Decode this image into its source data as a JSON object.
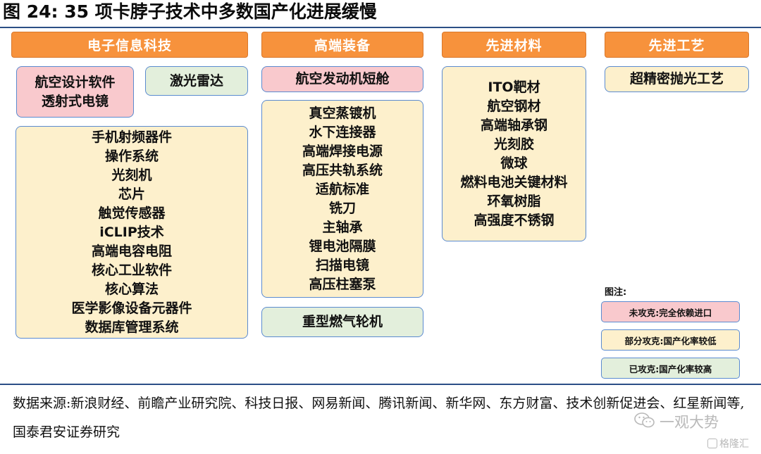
{
  "figure_title": "图 24:  35 项卡脖子技术中多数国产化进展缓慢",
  "categories": [
    "电子信息科技",
    "高端装备",
    "先进材料",
    "先进工艺"
  ],
  "electronics": {
    "red_box": [
      "航空设计软件",
      "透射式电镜"
    ],
    "green_box": [
      "激光雷达"
    ],
    "yellow_box": [
      "手机射频器件",
      "操作系统",
      "光刻机",
      "芯片",
      "触觉传感器",
      "iCLIP技术",
      "高端电容电阻",
      "核心工业软件",
      "核心算法",
      "医学影像设备元器件",
      "数据库管理系统"
    ]
  },
  "equipment": {
    "red_box": [
      "航空发动机短舱"
    ],
    "yellow_box": [
      "真空蒸镀机",
      "水下连接器",
      "高端焊接电源",
      "高压共轨系统",
      "适航标准",
      "铣刀",
      "主轴承",
      "锂电池隔膜",
      "扫描电镜",
      "高压柱塞泵"
    ],
    "green_box": [
      "重型燃气轮机"
    ]
  },
  "materials": {
    "yellow_box": [
      "ITO靶材",
      "航空钢材",
      "高端轴承钢",
      "光刻胶",
      "微球",
      "燃料电池关键材料",
      "环氧树脂",
      "高强度不锈钢"
    ]
  },
  "process": {
    "yellow_box": [
      "超精密抛光工艺"
    ]
  },
  "legend": {
    "title": "图注:",
    "items": [
      {
        "label": "未攻克:完全依赖进口",
        "color": "#f9c9cd"
      },
      {
        "label": "部分攻克:国产化率较低",
        "color": "#fdf0cc"
      },
      {
        "label": "已攻克:国产化率较高",
        "color": "#e3efdc"
      }
    ]
  },
  "source_text": "数据来源:新浪财经、前瞻产业研究院、科技日报、网易新闻、腾讯新闻、新华网、东方财富、技术创新促进会、红星新闻等,国泰君安证券研究",
  "watermarks": [
    "一观大势",
    "格隆汇"
  ]
}
